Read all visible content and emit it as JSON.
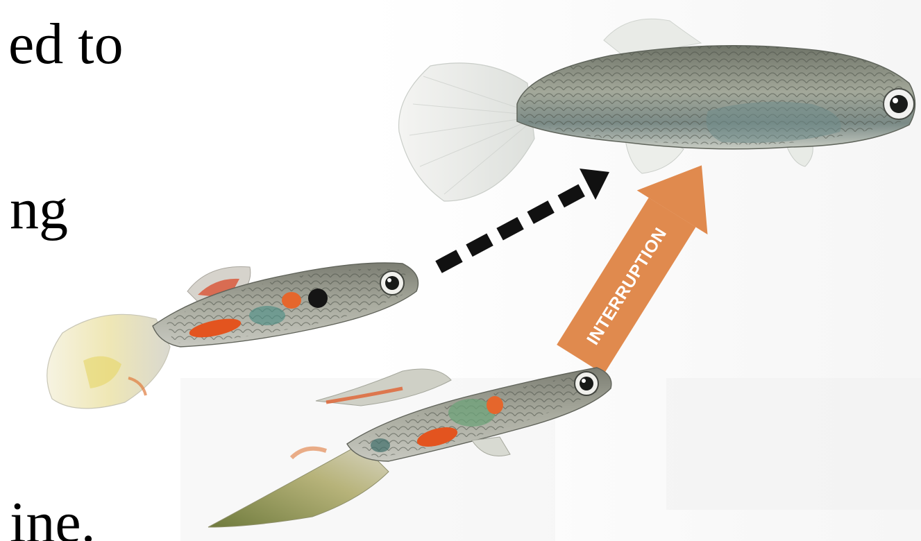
{
  "slide": {
    "text_lines": [
      "ed to",
      "ng",
      "ine."
    ]
  },
  "figure": {
    "arrow_label": "INTERRUPTION",
    "colors": {
      "interruption_arrow": "#e08a4e",
      "dashed_arrow": "#111111",
      "female_body": "#8e948a",
      "fish_fin": "#eef0ee",
      "orange_spot": "#e3541f"
    },
    "subjects": [
      "female-guppy",
      "male-guppy-courting",
      "male-guppy-interrupting"
    ]
  }
}
